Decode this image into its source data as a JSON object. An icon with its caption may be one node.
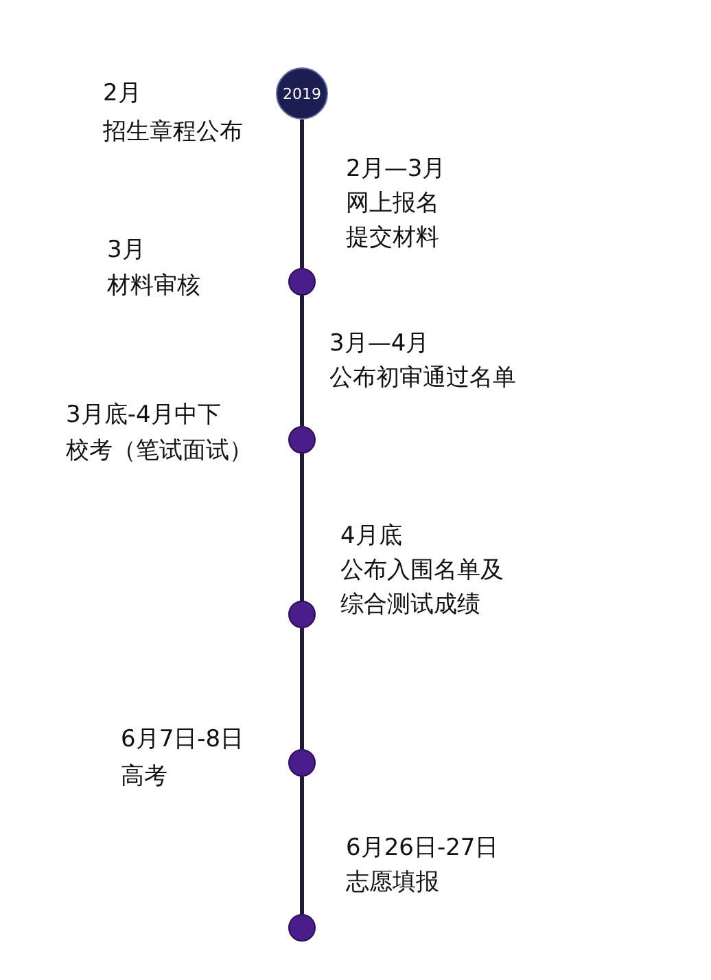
{
  "diagram": {
    "nodes": [
      {
        "text": [
          "2019"
        ],
        "beside": [
          "2月",
          "招生章程公布"
        ]
      },
      {
        "text": [],
        "shape": "circle",
        "beside": [
          "3月",
          "材料审核"
        ]
      },
      {
        "text": [],
        "shape": "circle",
        "beside": [
          "3月底-4月中下",
          "校考（笔试面试）"
        ]
      },
      {
        "text": [],
        "shape": "circle"
      },
      {
        "text": [],
        "shape": "circle",
        "beside": [
          "6月7日-8日",
          "高考"
        ]
      },
      {
        "text": [],
        "shape": "circle"
      }
    ],
    "edges": [
      {
        "from": 0,
        "to": 1,
        "arrow": "none"
      },
      {
        "from": 1,
        "to": 2,
        "arrow": "none"
      },
      {
        "from": 2,
        "to": 3,
        "arrow": "none"
      },
      {
        "from": 3,
        "to": 4,
        "arrow": "none"
      },
      {
        "from": 4,
        "to": 5,
        "arrow": "none"
      }
    ],
    "labels": [
      "2月—3月",
      "网上报名",
      "提交材料",
      "3月—4月",
      "公布初审通过名单",
      "4月底",
      "公布入围名单及",
      "综合测试成绩",
      "6月26日-27日",
      "志愿填报"
    ]
  }
}
